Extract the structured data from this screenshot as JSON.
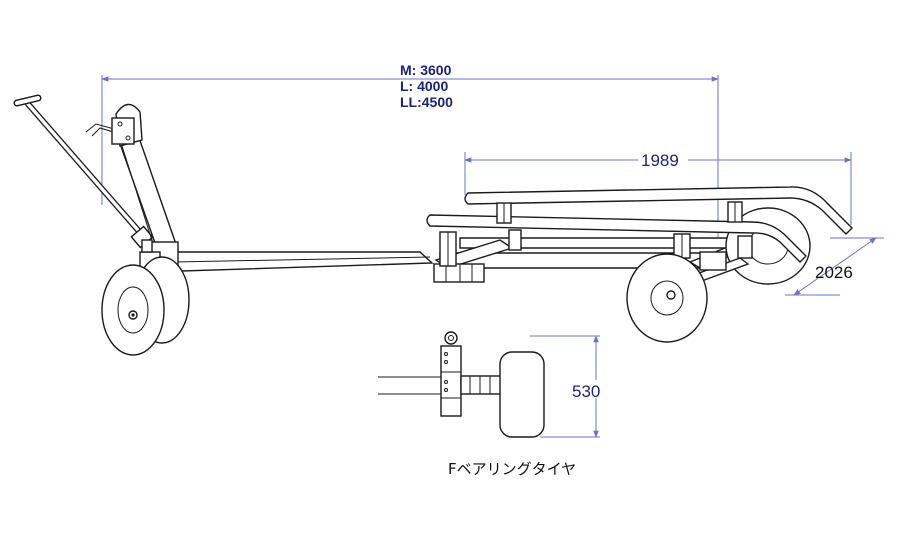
{
  "dimensions": {
    "length_m": "M: 3600",
    "length_l": "L: 4000",
    "length_ll": "LL:4500",
    "rail_length": "1989",
    "width": "2026",
    "wheel_height": "530"
  },
  "caption": "Fベアリングタイヤ",
  "colors": {
    "dimension_text": "#1a237e",
    "dimension_line": "#6a74c8",
    "outline": "#1b1b1b"
  }
}
